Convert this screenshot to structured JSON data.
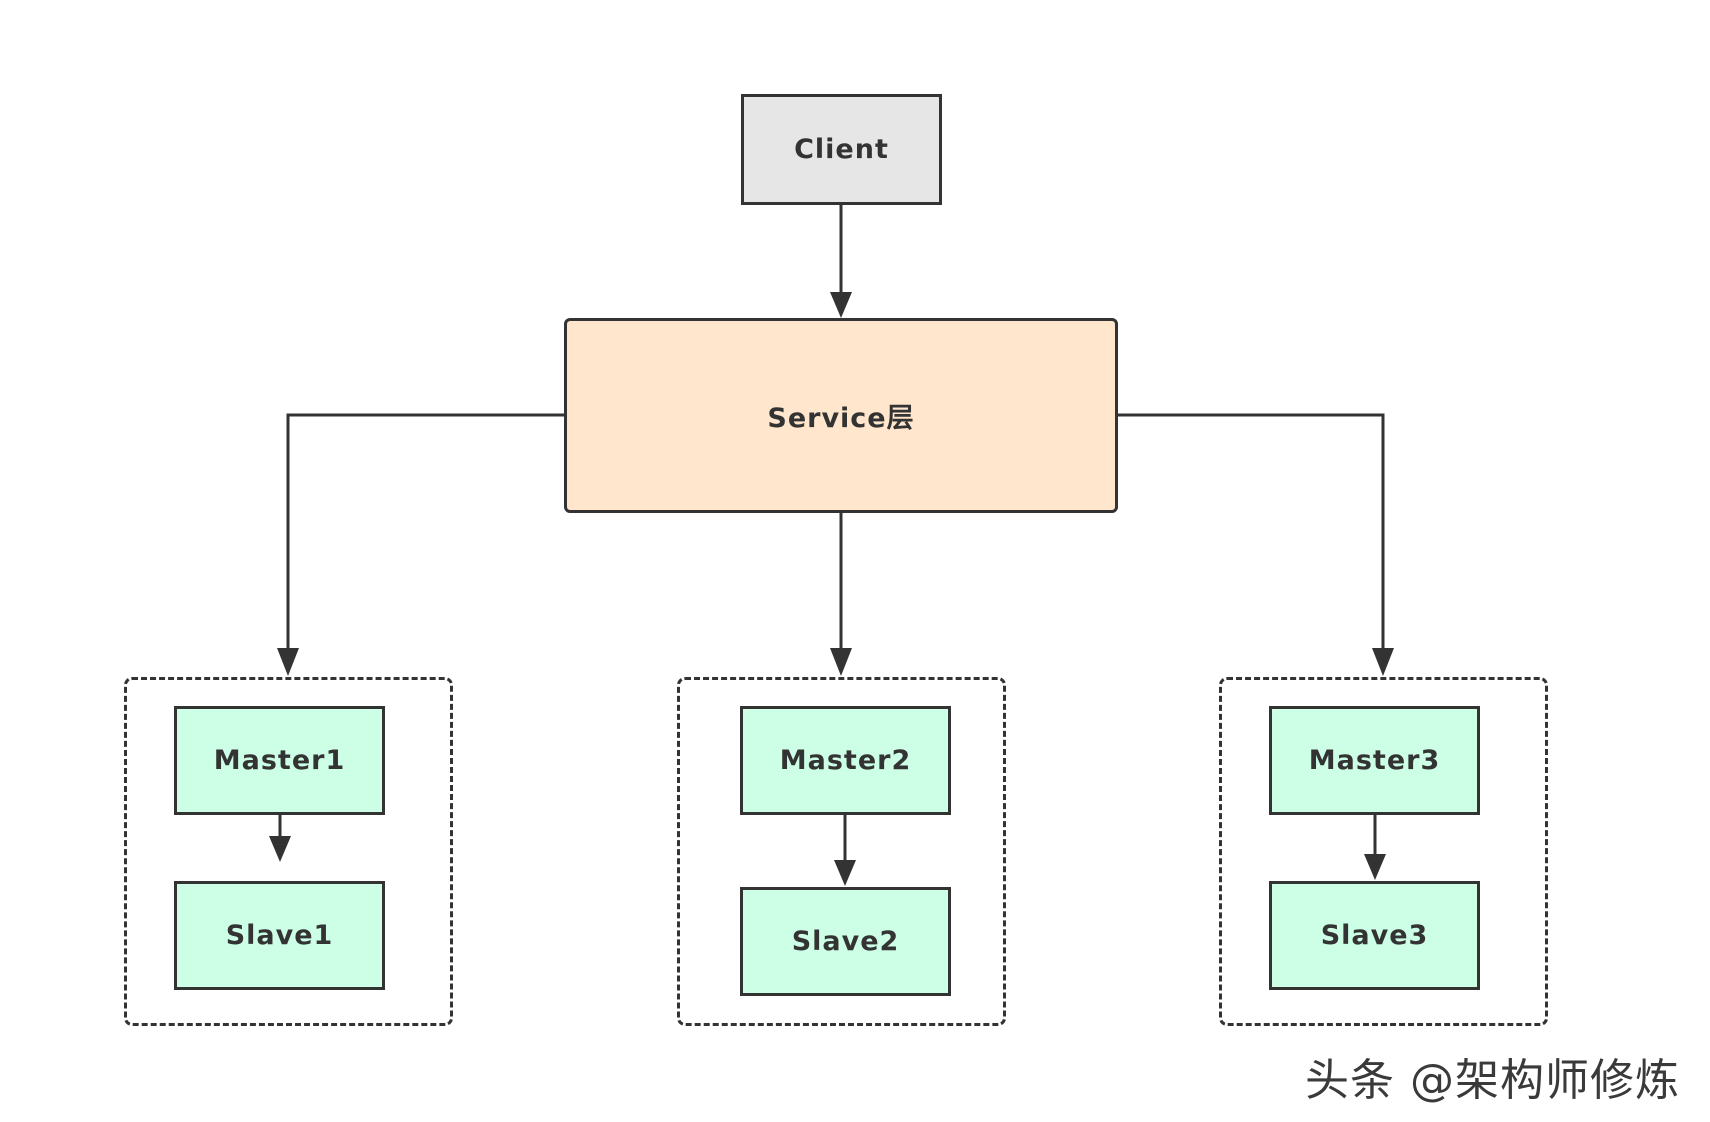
{
  "diagram": {
    "nodes": {
      "client": "Client",
      "service": "Service层",
      "master1": "Master1",
      "slave1": "Slave1",
      "master2": "Master2",
      "slave2": "Slave2",
      "master3": "Master3",
      "slave3": "Slave3"
    },
    "colors": {
      "client_fill": "#e6e6e6",
      "service_fill": "#ffe6cc",
      "node_fill": "#ccffe6",
      "stroke": "#333333"
    }
  },
  "watermark": "头条 @架构师修炼"
}
